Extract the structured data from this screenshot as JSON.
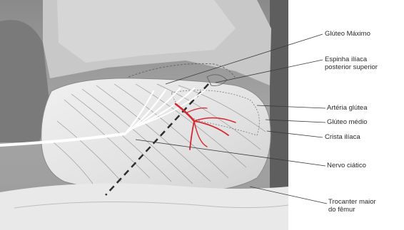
{
  "figure": {
    "labels": {
      "gluteo_maximo": "Glúteo Máximo",
      "espinha_line1": "Espinha ilíaca",
      "espinha_line2": "posterior superior",
      "arteria_glutea": "Artéria glútea",
      "gluteo_medio": "Glúteo médio",
      "crista_iliaca": "Crista ilíaca",
      "nervo_ciatico": "Nervo ciático",
      "trocanter_line1": "Trocanter maior",
      "trocanter_line2": "do fêmur"
    },
    "colors": {
      "background": "#ffffff",
      "photo_dark": "#7d7d7d",
      "photo_light": "#dcdcdc",
      "skin": "#e4e4e4",
      "artery": "#d7272d",
      "nerve": "#ffffff",
      "leader_line": "#3a3a3a"
    }
  }
}
